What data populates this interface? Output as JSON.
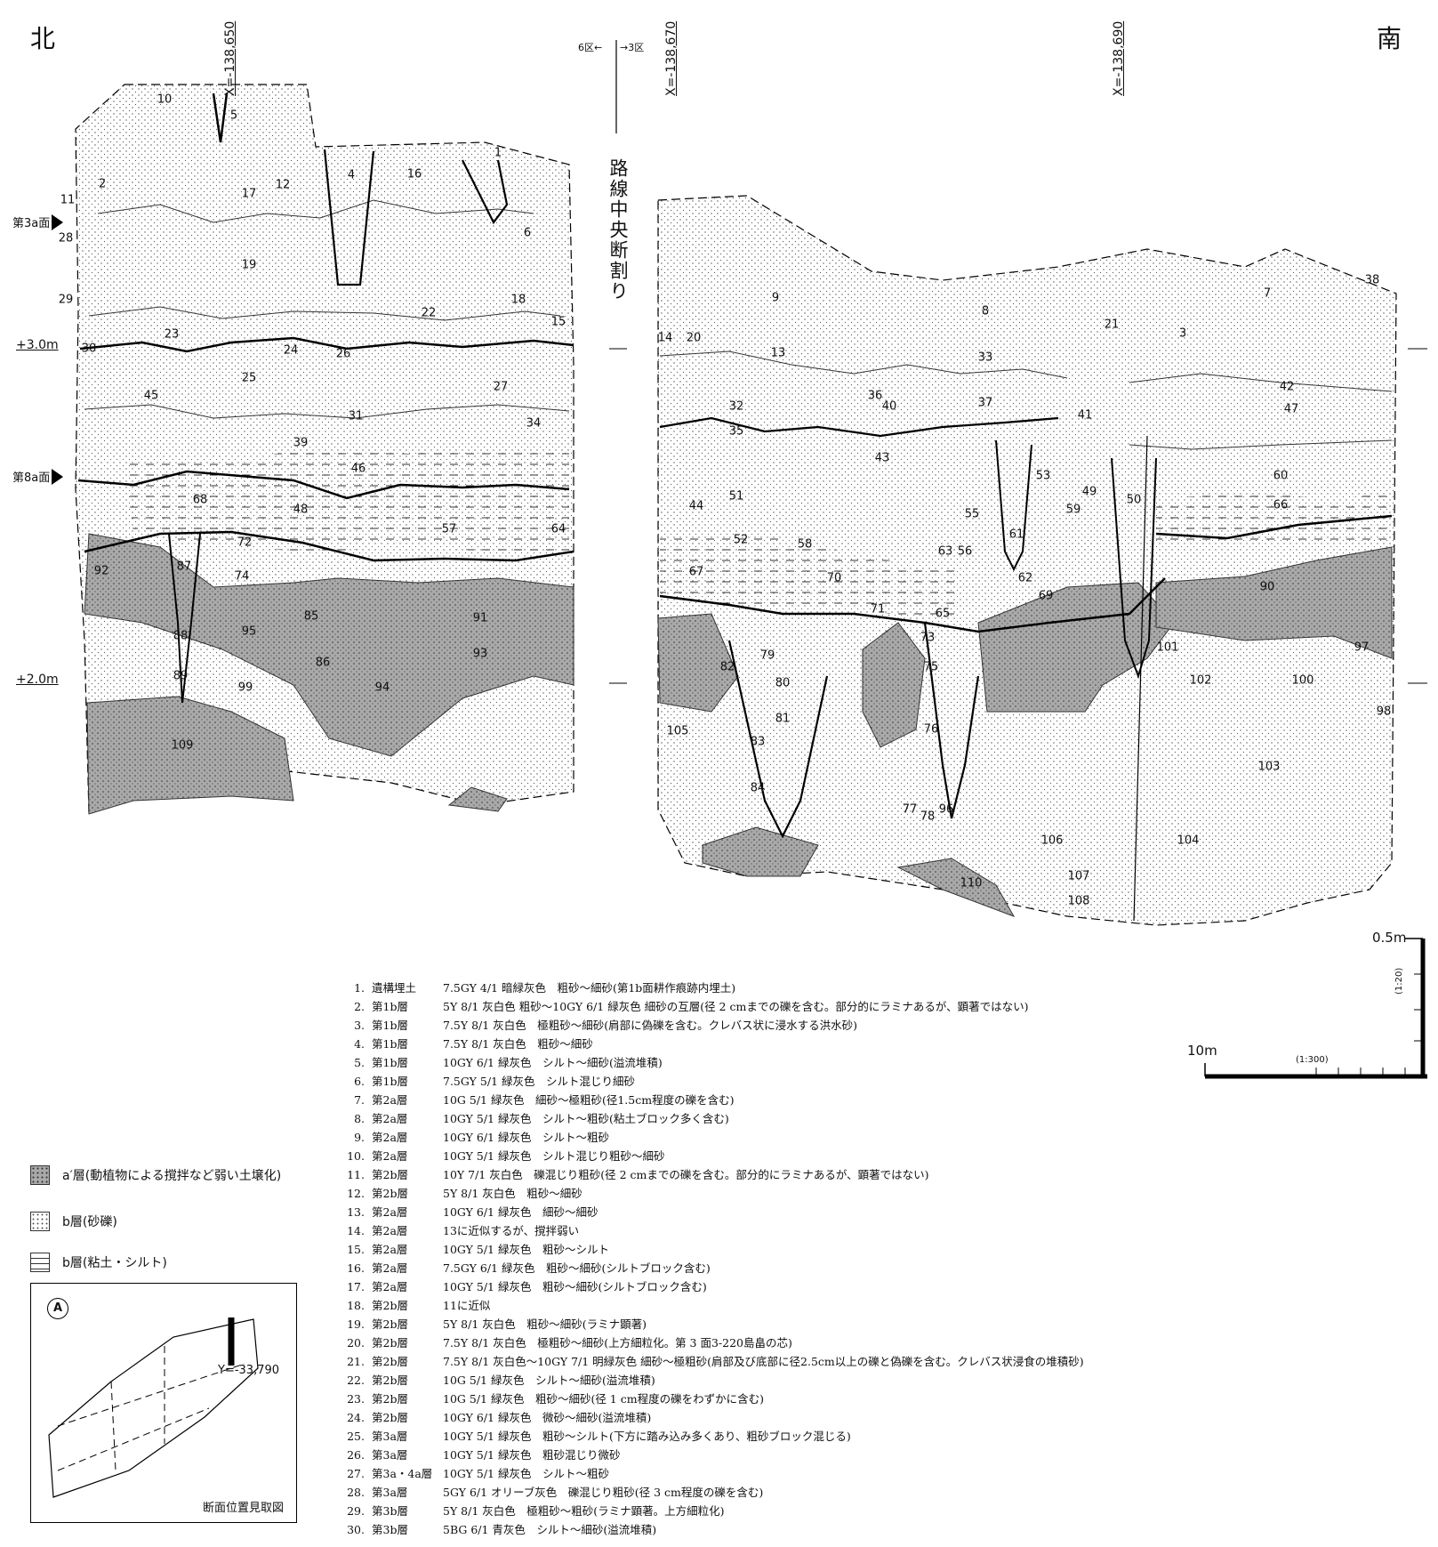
{
  "header": {
    "north": "北",
    "south": "南",
    "coords": [
      "X=-138,650",
      "X=-138,670",
      "X=-138,690"
    ],
    "divider_left": "6区←",
    "divider_right": "→3区",
    "centerline_label": "路線中央断割り"
  },
  "elevations": [
    "+3.0m",
    "+2.0m"
  ],
  "surfaces": [
    "第3a面",
    "第8a面"
  ],
  "layer_numbers": [
    "1",
    "2",
    "3",
    "4",
    "5",
    "6",
    "7",
    "8",
    "9",
    "10",
    "11",
    "12",
    "13",
    "14",
    "15",
    "16",
    "17",
    "18",
    "19",
    "20",
    "21",
    "22",
    "23",
    "24",
    "25",
    "26",
    "27",
    "28",
    "29",
    "30",
    "31",
    "32",
    "33",
    "34",
    "35",
    "36",
    "37",
    "38",
    "39",
    "40",
    "41",
    "42",
    "43",
    "44",
    "45",
    "46",
    "47",
    "48",
    "49",
    "50",
    "51",
    "52",
    "53",
    "55",
    "56",
    "57",
    "58",
    "59",
    "60",
    "61",
    "62",
    "63",
    "64",
    "65",
    "66",
    "67",
    "68",
    "69",
    "70",
    "71",
    "72",
    "73",
    "74",
    "75",
    "76",
    "77",
    "78",
    "79",
    "80",
    "81",
    "82",
    "83",
    "84",
    "85",
    "86",
    "87",
    "88",
    "89",
    "90",
    "91",
    "92",
    "93",
    "94",
    "95",
    "96",
    "97",
    "98",
    "99",
    "100",
    "101",
    "102",
    "103",
    "104",
    "105",
    "106",
    "107",
    "108",
    "109",
    "110"
  ],
  "scale": {
    "vertical_label": "0.5m",
    "vertical_ratio": "(1:20)",
    "horizontal_label": "10m",
    "horizontal_ratio": "(1:300)"
  },
  "legend": [
    {
      "label": "a′層(動植物による撹拌など弱い土壌化)",
      "pattern": "gray-dots",
      "color": "#a9a9a9"
    },
    {
      "label": "b層(砂礫)",
      "pattern": "sparse-dots",
      "color": "#ffffff"
    },
    {
      "label": "b層(粘土・シルト)",
      "pattern": "dashes",
      "color": "#ffffff"
    }
  ],
  "key_map": {
    "caption": "断面位置見取図",
    "coord": "Y=-33,790",
    "north_symbol": "A"
  },
  "descriptions": [
    {
      "no": "1.",
      "layer": "遺構埋土",
      "text": "7.5GY 4/1 暗緑灰色　粗砂〜細砂(第1b面耕作痕跡内埋土)"
    },
    {
      "no": "2.",
      "layer": "第1b層",
      "text": "5Y 8/1 灰白色 粗砂〜10GY 6/1 緑灰色 細砂の互層(径 2 cmまでの礫を含む。部分的にラミナあるが、顕著ではない)"
    },
    {
      "no": "3.",
      "layer": "第1b層",
      "text": "7.5Y 8/1 灰白色　極粗砂〜細砂(肩部に偽礫を含む。クレバス状に浸水する洪水砂)"
    },
    {
      "no": "4.",
      "layer": "第1b層",
      "text": "7.5Y 8/1 灰白色　粗砂〜細砂"
    },
    {
      "no": "5.",
      "layer": "第1b層",
      "text": "10GY 6/1 緑灰色　シルト〜細砂(溢流堆積)"
    },
    {
      "no": "6.",
      "layer": "第1b層",
      "text": "7.5GY 5/1 緑灰色　シルト混じり細砂"
    },
    {
      "no": "7.",
      "layer": "第2a層",
      "text": "10G 5/1 緑灰色　細砂〜極粗砂(径1.5cm程度の礫を含む)"
    },
    {
      "no": "8.",
      "layer": "第2a層",
      "text": "10GY 5/1 緑灰色　シルト〜粗砂(粘土ブロック多く含む)"
    },
    {
      "no": "9.",
      "layer": "第2a層",
      "text": "10GY 6/1 緑灰色　シルト〜粗砂"
    },
    {
      "no": "10.",
      "layer": "第2a層",
      "text": "10GY 5/1 緑灰色　シルト混じり粗砂〜細砂"
    },
    {
      "no": "11.",
      "layer": "第2b層",
      "text": "10Y 7/1 灰白色　礫混じり粗砂(径 2 cmまでの礫を含む。部分的にラミナあるが、顕著ではない)"
    },
    {
      "no": "12.",
      "layer": "第2b層",
      "text": "5Y 8/1 灰白色　粗砂〜細砂"
    },
    {
      "no": "13.",
      "layer": "第2a層",
      "text": "10GY 6/1 緑灰色　細砂〜細砂"
    },
    {
      "no": "14.",
      "layer": "第2a層",
      "text": "13に近似するが、撹拌弱い"
    },
    {
      "no": "15.",
      "layer": "第2a層",
      "text": "10GY 5/1 緑灰色　粗砂〜シルト"
    },
    {
      "no": "16.",
      "layer": "第2a層",
      "text": "7.5GY 6/1 緑灰色　粗砂〜細砂(シルトブロック含む)"
    },
    {
      "no": "17.",
      "layer": "第2a層",
      "text": "10GY 5/1 緑灰色　粗砂〜細砂(シルトブロック含む)"
    },
    {
      "no": "18.",
      "layer": "第2b層",
      "text": "11に近似"
    },
    {
      "no": "19.",
      "layer": "第2b層",
      "text": "5Y 8/1 灰白色　粗砂〜細砂(ラミナ顕著)"
    },
    {
      "no": "20.",
      "layer": "第2b層",
      "text": "7.5Y 8/1 灰白色　極粗砂〜細砂(上方細粒化。第 3 面3-220島畠の芯)"
    },
    {
      "no": "21.",
      "layer": "第2b層",
      "text": "7.5Y 8/1 灰白色〜10GY 7/1 明緑灰色 細砂〜極粗砂(肩部及び底部に径2.5cm以上の礫と偽礫を含む。クレバス状浸食の堆積砂)"
    },
    {
      "no": "22.",
      "layer": "第2b層",
      "text": "10G 5/1 緑灰色　シルト〜細砂(溢流堆積)"
    },
    {
      "no": "23.",
      "layer": "第2b層",
      "text": "10G 5/1 緑灰色　粗砂〜細砂(径 1 cm程度の礫をわずかに含む)"
    },
    {
      "no": "24.",
      "layer": "第2b層",
      "text": "10GY 6/1 緑灰色　微砂〜細砂(溢流堆積)"
    },
    {
      "no": "25.",
      "layer": "第3a層",
      "text": "10GY 5/1 緑灰色　粗砂〜シルト(下方に踏み込み多くあり、粗砂ブロック混じる)"
    },
    {
      "no": "26.",
      "layer": "第3a層",
      "text": "10GY 5/1 緑灰色　粗砂混じり微砂"
    },
    {
      "no": "27.",
      "layer": "第3a・4a層",
      "text": "10GY 5/1 緑灰色　シルト〜粗砂"
    },
    {
      "no": "28.",
      "layer": "第3a層",
      "text": "5GY 6/1 オリーブ灰色　礫混じり粗砂(径 3 cm程度の礫を含む)"
    },
    {
      "no": "29.",
      "layer": "第3b層",
      "text": "5Y 8/1 灰白色　極粗砂〜粗砂(ラミナ顕著。上方細粒化)"
    },
    {
      "no": "30.",
      "layer": "第3b層",
      "text": "5BG 6/1 青灰色　シルト〜細砂(溢流堆積)"
    }
  ]
}
